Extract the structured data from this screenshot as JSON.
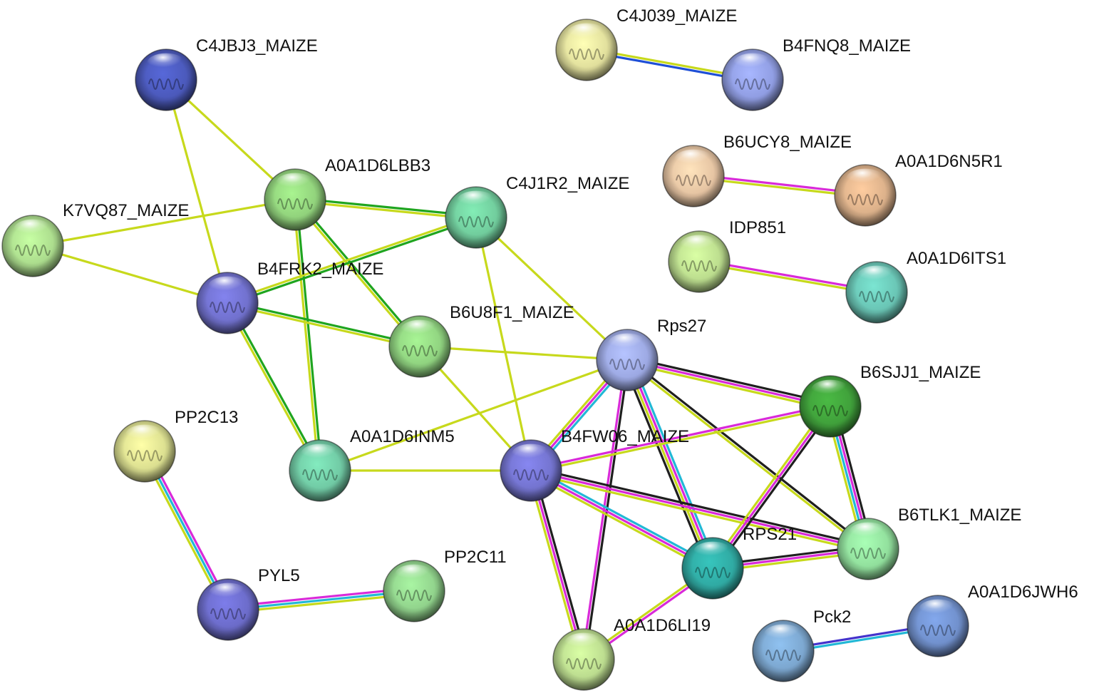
{
  "network": {
    "type": "protein-interaction-network",
    "evidence_colors": {
      "textmining": "#c7d91c",
      "coexpression": "#1f1f1f",
      "experiments": "#d92ad9",
      "databases": "#22b8d6",
      "homology": "#4433cc",
      "cooccurrence": "#1e4fd6",
      "fusion": "#d63333",
      "neighborhood": "#1fa51f"
    },
    "nodes": [
      {
        "id": "C4JBJ3",
        "label": "C4JBJ3_MAIZE",
        "color": "#4a58b8"
      },
      {
        "id": "A0A1D6LBB3",
        "label": "A0A1D6LBB3",
        "color": "#8fcf7a"
      },
      {
        "id": "C4J1R2",
        "label": "C4J1R2_MAIZE",
        "color": "#6fc99a"
      },
      {
        "id": "K7VQ87",
        "label": "K7VQ87_MAIZE",
        "color": "#a9d98b"
      },
      {
        "id": "B4FRK2",
        "label": "B4FRK2_MAIZE",
        "color": "#6f6fca"
      },
      {
        "id": "B6U8F1",
        "label": "B6U8F1_MAIZE",
        "color": "#8ed07e"
      },
      {
        "id": "Rps27",
        "label": "Rps27",
        "color": "#9aa6e0"
      },
      {
        "id": "A0A1D6INM5",
        "label": "A0A1D6INM5",
        "color": "#6fc7a2"
      },
      {
        "id": "B4FW06",
        "label": "B4FW06_MAIZE",
        "color": "#7272cc"
      },
      {
        "id": "PP2C13",
        "label": "PP2C13",
        "color": "#d8dc8e"
      },
      {
        "id": "PYL5",
        "label": "PYL5",
        "color": "#6a6ac6"
      },
      {
        "id": "PP2C11",
        "label": "PP2C11",
        "color": "#8fd08a"
      },
      {
        "id": "A0A1D6LI19",
        "label": "A0A1D6LI19",
        "color": "#b9d98d"
      },
      {
        "id": "RPS21",
        "label": "RPS21",
        "color": "#2fa7a0"
      },
      {
        "id": "B6TLK1",
        "label": "B6TLK1_MAIZE",
        "color": "#8fdc9a"
      },
      {
        "id": "B6SJJ1",
        "label": "B6SJJ1_MAIZE",
        "color": "#3f9e3a"
      },
      {
        "id": "C4J039",
        "label": "C4J039_MAIZE",
        "color": "#dedc9a"
      },
      {
        "id": "B4FNQ8",
        "label": "B4FNQ8_MAIZE",
        "color": "#8e9be0"
      },
      {
        "id": "B6UCY8",
        "label": "B6UCY8_MAIZE",
        "color": "#e3c1a0"
      },
      {
        "id": "A0A1D6N5R1",
        "label": "A0A1D6N5R1",
        "color": "#d8ae88"
      },
      {
        "id": "IDP851",
        "label": "IDP851",
        "color": "#b9da8c"
      },
      {
        "id": "A0A1D6ITS1",
        "label": "A0A1D6ITS1",
        "color": "#68c2b2"
      },
      {
        "id": "Pck2",
        "label": "Pck2",
        "color": "#7aa4cc"
      },
      {
        "id": "A0A1D6JWH6",
        "label": "A0A1D6JWH6",
        "color": "#6f8ec9"
      }
    ],
    "edges": [
      {
        "source": "C4JBJ3",
        "target": "A0A1D6LBB3",
        "evidence": [
          "textmining"
        ]
      },
      {
        "source": "C4JBJ3",
        "target": "B4FRK2",
        "evidence": [
          "textmining"
        ]
      },
      {
        "source": "K7VQ87",
        "target": "A0A1D6LBB3",
        "evidence": [
          "textmining"
        ]
      },
      {
        "source": "K7VQ87",
        "target": "B4FRK2",
        "evidence": [
          "textmining"
        ]
      },
      {
        "source": "A0A1D6LBB3",
        "target": "C4J1R2",
        "evidence": [
          "neighborhood",
          "textmining"
        ]
      },
      {
        "source": "A0A1D6LBB3",
        "target": "B6U8F1",
        "evidence": [
          "neighborhood",
          "textmining"
        ]
      },
      {
        "source": "A0A1D6LBB3",
        "target": "A0A1D6INM5",
        "evidence": [
          "neighborhood",
          "textmining"
        ]
      },
      {
        "source": "C4J1R2",
        "target": "B4FRK2",
        "evidence": [
          "neighborhood",
          "textmining"
        ]
      },
      {
        "source": "C4J1R2",
        "target": "Rps27",
        "evidence": [
          "textmining"
        ]
      },
      {
        "source": "C4J1R2",
        "target": "B4FW06",
        "evidence": [
          "textmining"
        ]
      },
      {
        "source": "B4FRK2",
        "target": "B6U8F1",
        "evidence": [
          "neighborhood",
          "textmining"
        ]
      },
      {
        "source": "B4FRK2",
        "target": "A0A1D6INM5",
        "evidence": [
          "neighborhood",
          "textmining"
        ]
      },
      {
        "source": "B6U8F1",
        "target": "Rps27",
        "evidence": [
          "textmining"
        ]
      },
      {
        "source": "B6U8F1",
        "target": "B4FW06",
        "evidence": [
          "textmining"
        ]
      },
      {
        "source": "A0A1D6INM5",
        "target": "Rps27",
        "evidence": [
          "textmining"
        ]
      },
      {
        "source": "A0A1D6INM5",
        "target": "B4FW06",
        "evidence": [
          "textmining"
        ]
      },
      {
        "source": "Rps27",
        "target": "B4FW06",
        "evidence": [
          "databases",
          "experiments",
          "textmining"
        ]
      },
      {
        "source": "Rps27",
        "target": "B6SJJ1",
        "evidence": [
          "coexpression",
          "experiments",
          "textmining"
        ]
      },
      {
        "source": "Rps27",
        "target": "RPS21",
        "evidence": [
          "databases",
          "experiments",
          "textmining",
          "coexpression"
        ]
      },
      {
        "source": "Rps27",
        "target": "B6TLK1",
        "evidence": [
          "coexpression",
          "textmining"
        ]
      },
      {
        "source": "Rps27",
        "target": "A0A1D6LI19",
        "evidence": [
          "coexpression",
          "experiments"
        ]
      },
      {
        "source": "B4FW06",
        "target": "B6SJJ1",
        "evidence": [
          "experiments",
          "textmining"
        ]
      },
      {
        "source": "B4FW06",
        "target": "RPS21",
        "evidence": [
          "databases",
          "experiments",
          "textmining"
        ]
      },
      {
        "source": "B4FW06",
        "target": "B6TLK1",
        "evidence": [
          "coexpression",
          "experiments",
          "textmining"
        ]
      },
      {
        "source": "B4FW06",
        "target": "A0A1D6LI19",
        "evidence": [
          "coexpression",
          "experiments",
          "textmining"
        ]
      },
      {
        "source": "B6SJJ1",
        "target": "RPS21",
        "evidence": [
          "coexpression",
          "experiments",
          "textmining"
        ]
      },
      {
        "source": "B6SJJ1",
        "target": "B6TLK1",
        "evidence": [
          "coexpression",
          "experiments",
          "databases",
          "textmining"
        ]
      },
      {
        "source": "RPS21",
        "target": "B6TLK1",
        "evidence": [
          "coexpression",
          "experiments",
          "textmining"
        ]
      },
      {
        "source": "RPS21",
        "target": "A0A1D6LI19",
        "evidence": [
          "experiments",
          "textmining"
        ]
      },
      {
        "source": "PP2C13",
        "target": "PYL5",
        "evidence": [
          "experiments",
          "databases",
          "textmining"
        ]
      },
      {
        "source": "PYL5",
        "target": "PP2C11",
        "evidence": [
          "experiments",
          "databases",
          "textmining"
        ]
      },
      {
        "source": "C4J039",
        "target": "B4FNQ8",
        "evidence": [
          "textmining",
          "cooccurrence"
        ]
      },
      {
        "source": "B6UCY8",
        "target": "A0A1D6N5R1",
        "evidence": [
          "experiments",
          "textmining"
        ]
      },
      {
        "source": "IDP851",
        "target": "A0A1D6ITS1",
        "evidence": [
          "experiments",
          "textmining"
        ]
      },
      {
        "source": "Pck2",
        "target": "A0A1D6JWH6",
        "evidence": [
          "homology",
          "databases"
        ]
      }
    ]
  }
}
